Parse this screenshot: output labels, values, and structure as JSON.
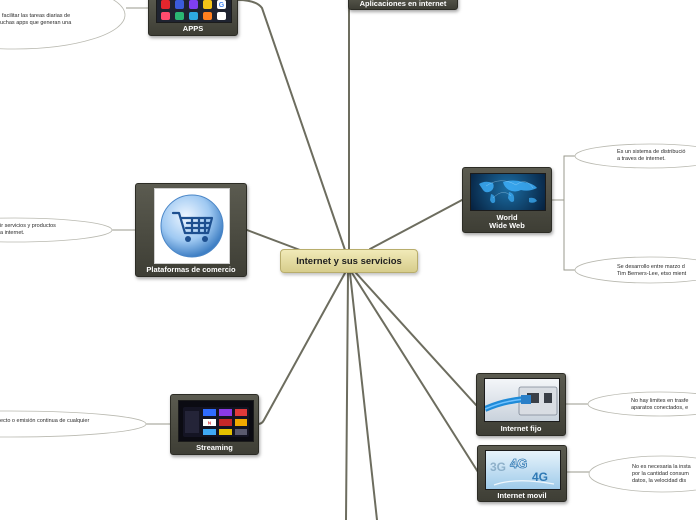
{
  "central": {
    "label": "Internet y sus servicios"
  },
  "nodes": {
    "apps": {
      "label": "APPS"
    },
    "aplicaciones": {
      "label": "Aplicaciones en internet"
    },
    "www": {
      "label_line1": "World",
      "label_line2": "Wide Web"
    },
    "plataformas": {
      "label": "Plataformas de comercio"
    },
    "streaming": {
      "label": "Streaming"
    },
    "internet_fijo": {
      "label": "Internet fijo"
    },
    "internet_movil": {
      "label": "Internet movil"
    }
  },
  "descriptions": {
    "apps_line1": "facilitar las tareas diarias de",
    "apps_line2": "uchas apps que generan una",
    "www_1_line1": "Es un sistema de distribució",
    "www_1_line2": "a traves de internet.",
    "www_2_line1": "Se desarrollo entre marzo d",
    "www_2_line2": "Tim Berners-Lee, etso mient",
    "plataformas_line1": "ir servicios y productos",
    "plataformas_line2": "a internet.",
    "streaming_line1": "ecto o emisión continua de cualquier",
    "fijo_line1": "No hay limites en trasfe",
    "fijo_line2": "aparatos conectados, e",
    "movil_line1": "No es necesaria la insta",
    "movil_line2": "por la cantidad consum",
    "movil_line3": "datos, la velocidad dis"
  },
  "icons": {
    "apps": "app-grid-icon",
    "www": "world-map-icon",
    "plataformas": "shopping-cart-icon",
    "streaming": "tv-screen-icon",
    "internet_fijo": "router-cable-icon",
    "internet_movil": "4g-signal-icon"
  },
  "colors": {
    "node_bg": "#4b4b42",
    "central_bg": "#e6dea3",
    "connector": "#6d6d5f"
  }
}
